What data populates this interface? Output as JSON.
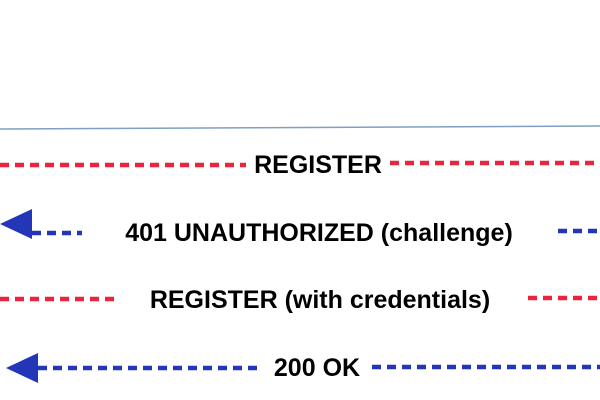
{
  "colors": {
    "background": "#ffffff",
    "divider": "#7f9fc4",
    "request": "#e8253d",
    "response": "#2336b8",
    "label_text": "#000000"
  },
  "icons": {
    "response_arrowhead": "arrowhead-left-icon"
  },
  "messages": [
    {
      "label": "REGISTER",
      "kind": "request"
    },
    {
      "label": "401 UNAUTHORIZED (challenge)",
      "kind": "response"
    },
    {
      "label": "REGISTER (with credentials)",
      "kind": "request"
    },
    {
      "label": "200 OK",
      "kind": "response"
    }
  ]
}
